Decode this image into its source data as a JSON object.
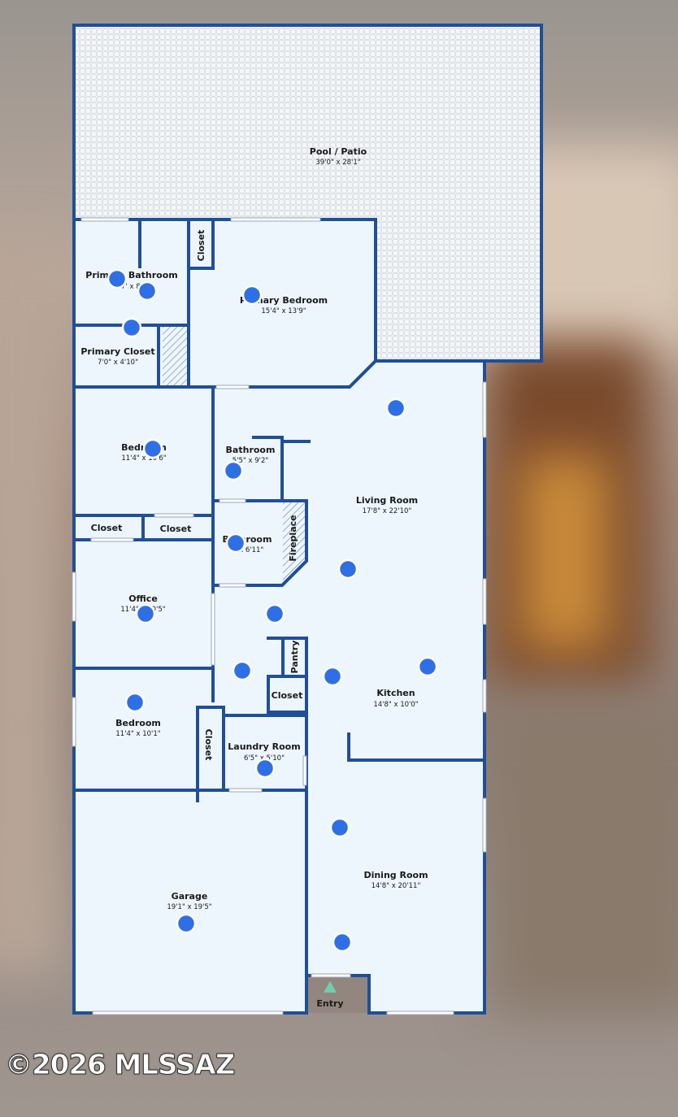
{
  "copyright": "©2026 MLSSAZ",
  "colors": {
    "wall": "#1f4f99",
    "floor": "#eef6fd",
    "marker": "#2f6fe6",
    "entry_arrow": "#6fcfb0"
  },
  "rooms": {
    "pool_patio": {
      "name": "Pool / Patio",
      "dim": "39'0\" x 28'1\""
    },
    "primary_bathroom": {
      "name": "Primary Bathroom",
      "dim": "7' x 8'"
    },
    "closet_top": {
      "name": "Closet"
    },
    "primary_bedroom": {
      "name": "Primary Bedroom",
      "dim": "15'4\" x 13'9\""
    },
    "primary_closet": {
      "name": "Primary Closet",
      "dim": "7'0\" x 4'10\""
    },
    "bedroom_1": {
      "name": "Bedroom",
      "dim": "11'4\" x 10'6\""
    },
    "bathroom_1": {
      "name": "Bathroom",
      "dim": "5'5\" x 9'2\""
    },
    "living_room": {
      "name": "Living Room",
      "dim": "17'8\" x 22'10\""
    },
    "closet_a": {
      "name": "Closet"
    },
    "closet_b": {
      "name": "Closet"
    },
    "bathroom_2": {
      "name": "Bathroom",
      "dim": "5' x 6'11\""
    },
    "fireplace": {
      "name": "Fireplace"
    },
    "office": {
      "name": "Office",
      "dim": "11'4\" x 10'5\""
    },
    "pantry": {
      "name": "Pantry"
    },
    "closet_c": {
      "name": "Closet"
    },
    "kitchen": {
      "name": "Kitchen",
      "dim": "14'8\" x 10'0\""
    },
    "bedroom_2": {
      "name": "Bedroom",
      "dim": "11'4\" x 10'1\""
    },
    "closet_d": {
      "name": "Closet"
    },
    "laundry_room": {
      "name": "Laundry Room",
      "dim": "6'5\" x 5'10\""
    },
    "garage": {
      "name": "Garage",
      "dim": "19'1\" x 19'5\""
    },
    "dining_room": {
      "name": "Dining Room",
      "dim": "14'8\" x 20'11\""
    },
    "entry": {
      "name": "Entry"
    }
  }
}
